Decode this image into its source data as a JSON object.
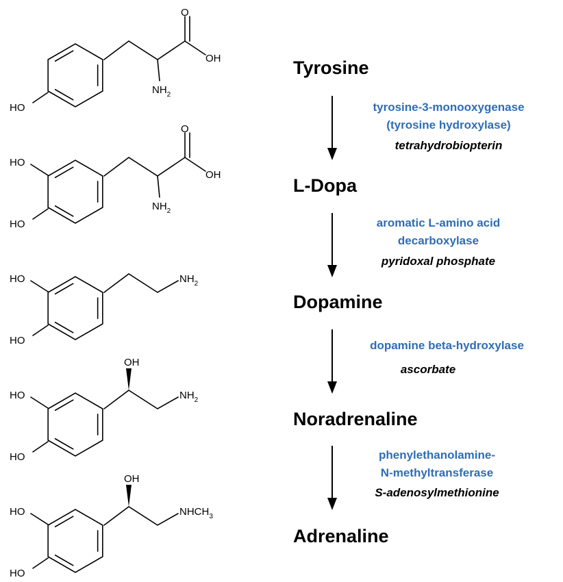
{
  "compounds": [
    "Tyrosine",
    "L-Dopa",
    "Dopamine",
    "Noradrenaline",
    "Adrenaline"
  ],
  "steps": [
    {
      "enzyme": [
        "tyrosine-3-monooxygenase",
        "(tyrosine hydroxylase)"
      ],
      "cofactor": "tetrahydrobiopterin"
    },
    {
      "enzyme": [
        "aromatic L-amino acid",
        "decarboxylase"
      ],
      "cofactor": "pyridoxal phosphate"
    },
    {
      "enzyme": [
        "dopamine beta-hydroxylase"
      ],
      "cofactor": "ascorbate"
    },
    {
      "enzyme": [
        "phenylethanolamine-",
        "N-methyltransferase"
      ],
      "cofactor": "S-adenosylmethionine"
    }
  ],
  "atom_labels": {
    "o": "O",
    "oh": "OH",
    "ho": "HO",
    "nh": "NH",
    "sub2": "2",
    "nhch": "NHCH",
    "sub3": "3"
  },
  "colors": {
    "enzyme": "#2f6db5",
    "compound": "#000000",
    "arrow": "#000000"
  }
}
